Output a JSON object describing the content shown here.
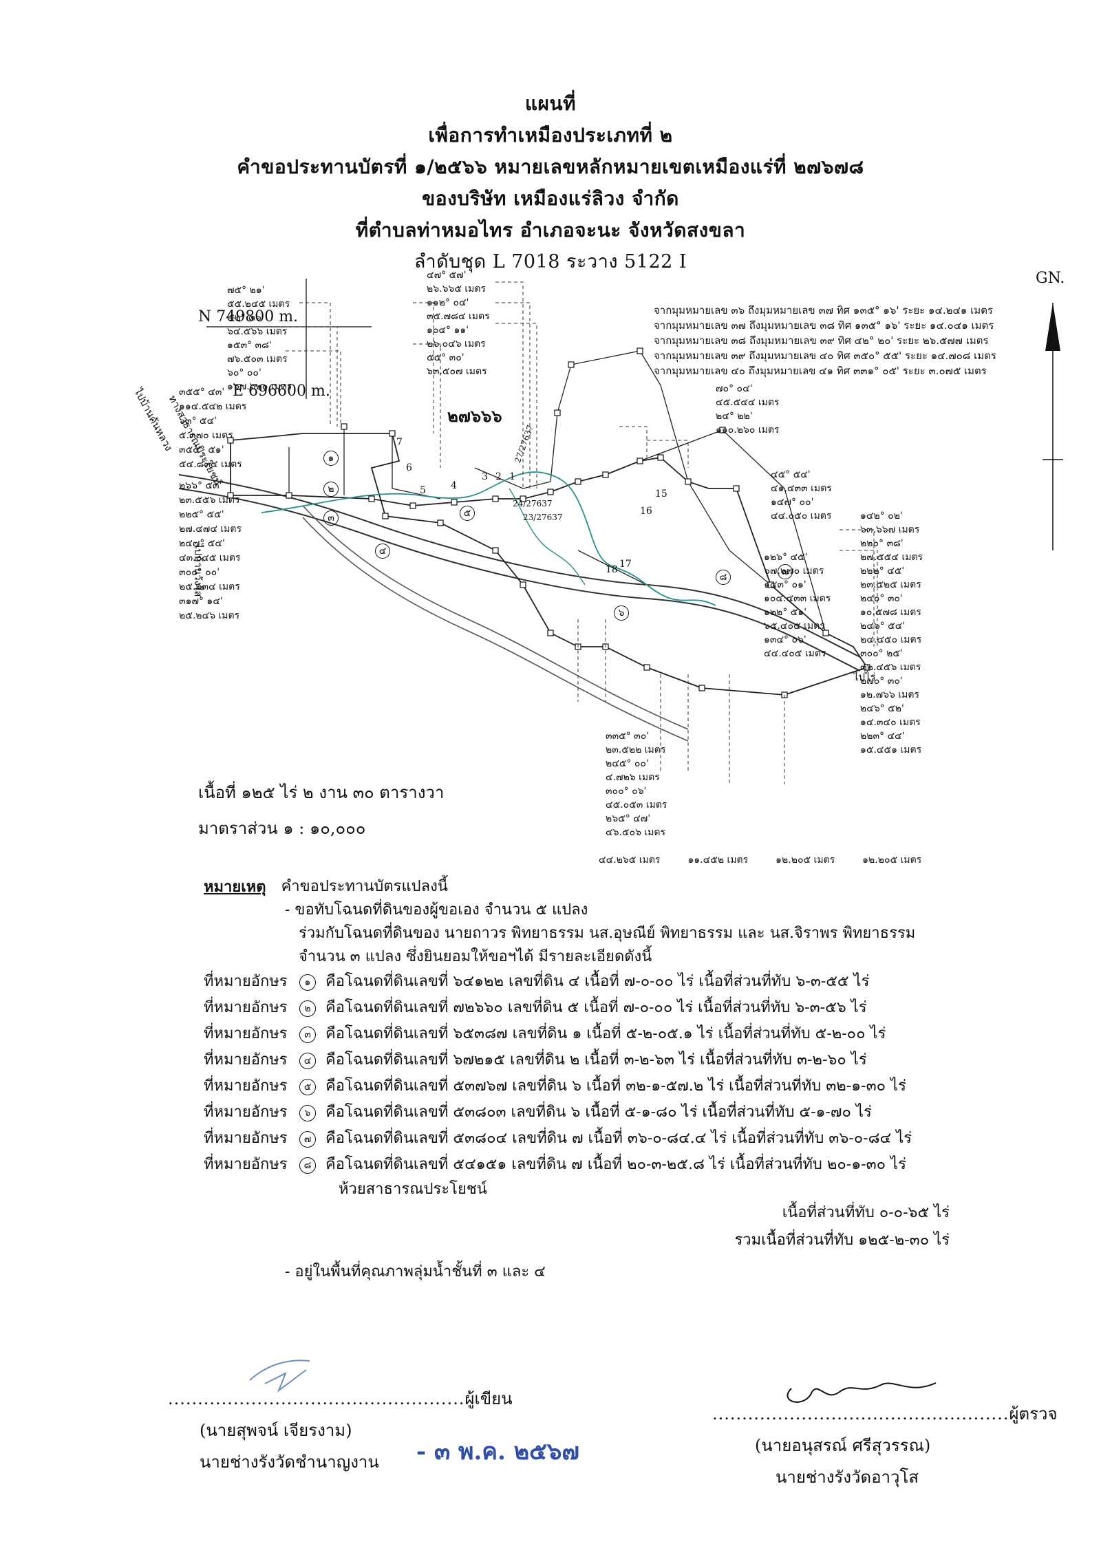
{
  "header": {
    "line1": "แผนที่",
    "line2": "เพื่อการทำเหมืองประเภทที่ ๒",
    "line3": "คำขอประทานบัตรที่ ๑/๒๕๖๖ หมายเลขหลักหมายเขตเหมืองแร่ที่ ๒๗๖๗๘",
    "line4": "ของบริษัท เหมืองแร่ลิวง จำกัด",
    "line5": "ที่ตำบลท่าหมอไทร อำเภอจะนะ จังหวัดสงขลา",
    "line6": "ลำดับชุด L 7018 ระวาง 5122 I"
  },
  "map": {
    "north_coord": "N 749800 m.",
    "east_coord": "E 696600 m.",
    "north_arrow": "GN.",
    "mine_number": "๒๗๖๖๖",
    "road_label_left": "ไปบ้านคันหลวง",
    "road_label_left2": "ทางสาธารณประโยชน์",
    "road_label_left3": "ไปบ้านวังใส",
    "road_label_right": "ไปไร่",
    "distance_notes": [
      "จากมุมหมายเลข ๓๖ ถึงมุมหมายเลข ๓๗ ทิศ ๑๓๕° ๑๖' ระยะ ๑๔.๒๔๑ เมตร",
      "จากมุมหมายเลข ๓๗ ถึงมุมหมายเลข ๓๘ ทิศ ๑๓๕° ๑๖' ระยะ ๑๔.๐๔๑ เมตร",
      "จากมุมหมายเลข ๓๘ ถึงมุมหมายเลข ๓๙ ทิศ ๔๒° ๒๐' ระยะ ๒๖.๕๗๗ เมตร",
      "จากมุมหมายเลข ๓๙ ถึงมุมหมายเลข ๔๐ ทิศ ๓๕๐° ๕๕' ระยะ ๑๔.๗๐๘ เมตร",
      "จากมุมหมายเลข ๔๐ ถึงมุมหมายเลข ๔๑ ทิศ ๓๓๑° ๐๕' ระยะ ๓.๐๗๕ เมตร"
    ],
    "bearing_labels_left": [
      "๗๕° ๒๑'",
      "๕๕.๒๔๕ เมตร",
      "๕๒° ๓๖'",
      "๖๔.๕๖๖ เมตร",
      "๑๕๓° ๓๘'",
      "๗๖.๕๐๓ เมตร",
      "๖๐° ๐๐'",
      "๑๖๗.๖๒๐ เมตร"
    ],
    "bearing_labels_mid": [
      "๔๗° ๕๗'",
      "๒๖.๖๖๕ เมตร",
      "๑๑๒° ๐๔'",
      "๓๕.๗๘๔ เมตร",
      "๑๐๔° ๑๑'",
      "๒๖.๐๔๖ เมตร",
      "๕๕° ๓๐'",
      "๖๓.๕๐๗ เมตร"
    ],
    "bearing_labels_far_left": [
      "๓๕๕° ๔๓'",
      "๑๑๔.๕๔๒ เมตร",
      "๖๓° ๕๔'",
      "๕.๓๗๐ เมตร",
      "๓๕๕° ๕๑'",
      "๕๔.๘๓๔ เมตร",
      "๒๖๖° ๕๓'",
      "๒๓.๕๕๖ เมตร",
      "๒๒๕° ๕๕'",
      "๒๗.๔๗๔ เมตร",
      "๒๔๗° ๕๔'",
      "๔๓.๐๔๕ เมตร",
      "๓๐๐° ๐๐'",
      "๒๕.๒๓๔ เมตร",
      "๓๑๗° ๑๔'",
      "๒๕.๒๔๖ เมตร"
    ],
    "bearing_labels_right": [
      "๑๔๒° ๐๒'",
      "๖๓.๖๖๗ เมตร",
      "๒๒๐° ๓๘'",
      "๒๗.๕๕๔ เมตร",
      "๒๒๒° ๔๕'",
      "๒๓.๕๒๕ เมตร",
      "๒๔๐° ๓๐'",
      "๑๐.๕๗๘ เมตร",
      "๒๔๖° ๕๔'",
      "๒๔.๔๕๐ เมตร",
      "๓๐๐° ๒๕'",
      "๓๒.๔๕๖ เมตร",
      "๒๗๐° ๓๐'",
      "๑๒.๗๖๖ เมตร",
      "๒๔๖° ๕๒'",
      "๑๔.๓๔๐ เมตร",
      "๒๒๓° ๔๔'",
      "๑๕.๔๕๑ เมตร"
    ],
    "bearing_labels_center_right": [
      "๗๐° ๐๔'",
      "๔๕.๕๔๔ เมตร",
      "๒๔° ๒๒'",
      "๑๑๐.๒๖๐ เมตร",
      "๔๕° ๕๔'",
      "๔๑.๔๓๓ เมตร",
      "๑๔๗° ๐๐'",
      "๔๔.๐๕๐ เมตร",
      "๑๒๖° ๔๕'",
      "๖๗.๒๗๐ เมตร",
      "๑๔๓° ๐๑'",
      "๑๐๔.๔๓๓ เมตร",
      "๑๒๒° ๕๑'",
      "๖๕.๔๐๕ เมตร",
      "๑๓๔° ๐๖'",
      "๔๔.๔๐๕ เมตร"
    ],
    "bearing_labels_bottom": [
      "๓๓๕° ๓๐'",
      "๒๓.๕๒๒ เมตร",
      "๒๔๕° ๐๐'",
      "๔.๗๒๖ เมตร",
      "๓๐๐° ๐๖'",
      "๔๕.๐๕๓ เมตร",
      "๒๖๕° ๔๗'",
      "๔๖.๕๐๖ เมตร",
      "๔๔.๒๖๕ เมตร",
      "๑๑.๔๕๒ เมตร",
      "๑๒.๒๐๕ เมตร",
      "๑๒.๒๐๕ เมตร"
    ],
    "plot_letters": [
      "๑",
      "๒",
      "๓",
      "๔",
      "๕",
      "๖",
      "๗",
      "๘"
    ],
    "corner_numbers": [
      "1",
      "2",
      "3",
      "4",
      "5",
      "6",
      "7",
      "15",
      "16",
      "17",
      "18",
      "24/27637",
      "23/27637",
      "27/27637"
    ]
  },
  "area": {
    "size": "เนื้อที่ ๑๒๕ ไร่ ๒ งาน ๓๐ ตารางวา",
    "scale": "มาตราส่วน ๑ : ๑๐,๐๐๐"
  },
  "remarks": {
    "heading": "หมายเหตุ",
    "intro": "คำขอประทานบัตรแปลงนี้",
    "line1": "- ขอทับโฉนดที่ดินของผู้ขอเอง จำนวน ๕ แปลง",
    "line2": "ร่วมกับโฉนดที่ดินของ นายถาวร พิทยาธรรม นส.อุษณีย์ พิทยาธรรม และ นส.จิราพร พิทยาธรรม",
    "line3": "จำนวน ๓ แปลง ซึ่งยินยอมให้ขอฯได้ มีรายละเอียดดังนี้",
    "plots": [
      {
        "tag": "ที่หมายอักษร",
        "mark": "๑",
        "text": "คือโฉนดที่ดินเลขที่ ๖๔๑๒๒ เลขที่ดิน ๔ เนื้อที่ ๗-๐-๐๐ ไร่ เนื้อที่ส่วนที่ทับ ๖-๓-๕๕ ไร่"
      },
      {
        "tag": "ที่หมายอักษร",
        "mark": "๒",
        "text": "คือโฉนดที่ดินเลขที่ ๗๒๖๖๐ เลขที่ดิน ๕ เนื้อที่ ๗-๐-๐๐ ไร่ เนื้อที่ส่วนที่ทับ ๖-๓-๕๖ ไร่"
      },
      {
        "tag": "ที่หมายอักษร",
        "mark": "๓",
        "text": "คือโฉนดที่ดินเลขที่ ๖๕๓๘๗ เลขที่ดิน ๑ เนื้อที่ ๕-๒-๐๕.๑ ไร่ เนื้อที่ส่วนที่ทับ ๕-๒-๐๐ ไร่"
      },
      {
        "tag": "ที่หมายอักษร",
        "mark": "๔",
        "text": "คือโฉนดที่ดินเลขที่ ๖๗๒๑๕ เลขที่ดิน ๒ เนื้อที่ ๓-๒-๖๓ ไร่ เนื้อที่ส่วนที่ทับ ๓-๒-๖๐ ไร่"
      },
      {
        "tag": "ที่หมายอักษร",
        "mark": "๕",
        "text": "คือโฉนดที่ดินเลขที่ ๕๓๗๖๗ เลขที่ดิน ๖ เนื้อที่ ๓๒-๑-๕๗.๒ ไร่ เนื้อที่ส่วนที่ทับ ๓๒-๑-๓๐ ไร่"
      },
      {
        "tag": "ที่หมายอักษร",
        "mark": "๖",
        "text": "คือโฉนดที่ดินเลขที่ ๕๓๘๐๓ เลขที่ดิน ๖ เนื้อที่ ๕-๑-๘๐ ไร่ เนื้อที่ส่วนที่ทับ ๕-๑-๗๐ ไร่"
      },
      {
        "tag": "ที่หมายอักษร",
        "mark": "๗",
        "text": "คือโฉนดที่ดินเลขที่ ๕๓๘๐๔ เลขที่ดิน ๗ เนื้อที่ ๓๖-๐-๘๔.๔ ไร่ เนื้อที่ส่วนที่ทับ ๓๖-๐-๘๔ ไร่"
      },
      {
        "tag": "ที่หมายอักษร",
        "mark": "๘",
        "text": "คือโฉนดที่ดินเลขที่ ๕๔๑๕๑ เลขที่ดิน ๗ เนื้อที่ ๒๐-๓-๒๕.๘ ไร่ เนื้อที่ส่วนที่ทับ ๒๐-๑-๓๐ ไร่"
      }
    ],
    "public_creek": "ห้วยสาธารณประโยชน์",
    "public_creek_area": "เนื้อที่ส่วนที่ทับ ๐-๐-๖๕ ไร่",
    "total": "รวมเนื้อที่ส่วนที่ทับ ๑๒๕-๒-๓๐ ไร่",
    "zone": "- อยู่ในพื้นที่คุณภาพลุ่มน้ำชั้นที่ ๓ และ ๔"
  },
  "signatures": {
    "left_dots": "..................................................",
    "left_role": "ผู้เขียน",
    "left_name": "(นายสุพจน์ เจียรงาม)",
    "left_title": "นายช่างรังวัดชำนาญงาน",
    "right_dots": "..................................................",
    "right_role": "ผู้ตรวจ",
    "right_name": "(นายอนุสรณ์ ศรีสุวรรณ)",
    "right_title": "นายช่างรังวัดอาวุโส",
    "date_stamp": "- ๓ พ.ค. ๒๕๖๗"
  },
  "colors": {
    "ink": "#111111",
    "stamp_blue": "#2f4ea8",
    "creek_teal": "#2a8f8a",
    "signature_blue": "#6a8fb7"
  }
}
